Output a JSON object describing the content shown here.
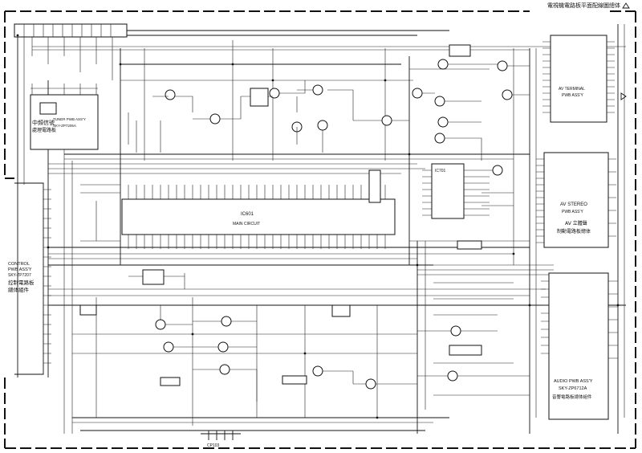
{
  "header": {
    "title": "電視機電路板平面配線圖總体"
  },
  "modules": {
    "tuner": {
      "cn_line1": "中頻信號",
      "cn_line2": "處理電路板",
      "en_line1": "TUNER PWB ASS'Y",
      "en_line2": "SKY-ZP7205A"
    },
    "av_top": {
      "en_line1": "AV TERMINAL",
      "en_line2": "PWB ASS'Y"
    },
    "av_stereo": {
      "en_line1": "AV STEREO",
      "en_line2": "PWB ASS'Y",
      "cn_line1": "AV 立體聲",
      "cn_line2": "制動電路板總体"
    },
    "control": {
      "en_line1": "CONTROL",
      "en_line2": "PWB ASS'Y",
      "en_line3": "SKY-ZP7207",
      "cn_line1": "控制電路板",
      "cn_line2": "總体組件"
    },
    "audio": {
      "en_line1": "AUDIO PWB ASS'Y",
      "en_line2": "SKY-ZP6712A",
      "cn_line1": "音響電路板總体組件"
    }
  },
  "labels": {
    "main_bus": "MAIN CIRCUIT",
    "ic_main": "IC601",
    "ic_right": "IC701",
    "bottom_conn": "CP103"
  },
  "colors": {
    "ink": "#111111",
    "paper": "#ffffff"
  }
}
